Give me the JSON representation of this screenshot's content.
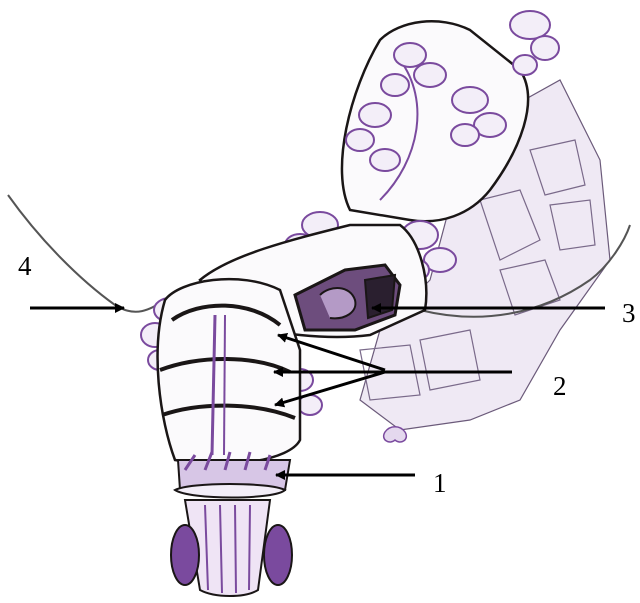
{
  "colors": {
    "ink": "#1a1616",
    "purple": "#7a4a9e",
    "purple_light": "#d7c6e6",
    "lavender_bg": "#ece6f2",
    "arrow": "#000000"
  },
  "labels": [
    {
      "id": "1",
      "text": "1"
    },
    {
      "id": "2",
      "text": "2"
    },
    {
      "id": "3",
      "text": "3"
    },
    {
      "id": "4",
      "text": "4"
    }
  ]
}
